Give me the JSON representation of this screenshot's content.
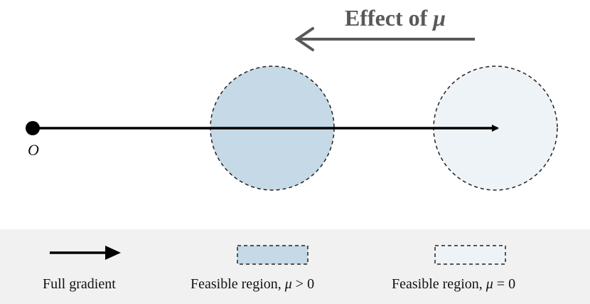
{
  "diagram": {
    "title": "Effect of μ",
    "origin_label": "O",
    "colors": {
      "region_mu_positive": "#c5d9e6",
      "region_mu_zero": "#eef3f8",
      "arrow": "#000000",
      "title_arrow": "#595959",
      "legend_background": "#f1f1f1"
    }
  },
  "legend": {
    "items": [
      {
        "label": "Full gradient",
        "swatch": "arrow"
      },
      {
        "label_prefix": "Feasible region, ",
        "label_symbol": "μ",
        "label_suffix": " > 0",
        "swatch": "region-filled"
      },
      {
        "label_prefix": "Feasible region, ",
        "label_symbol": "μ",
        "label_suffix": " = 0",
        "swatch": "region-light"
      }
    ]
  }
}
